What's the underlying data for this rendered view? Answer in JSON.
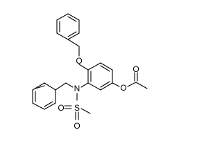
{
  "molecule": {
    "atom_labels": {
      "ether_oxygen": "O",
      "amide_nitrogen": "N",
      "sulfur": "S",
      "sulfonyl_oxygen_left": "O",
      "sulfonyl_oxygen_bottom": "O",
      "ester_oxygen": "O",
      "carbonyl_oxygen": "O"
    }
  }
}
